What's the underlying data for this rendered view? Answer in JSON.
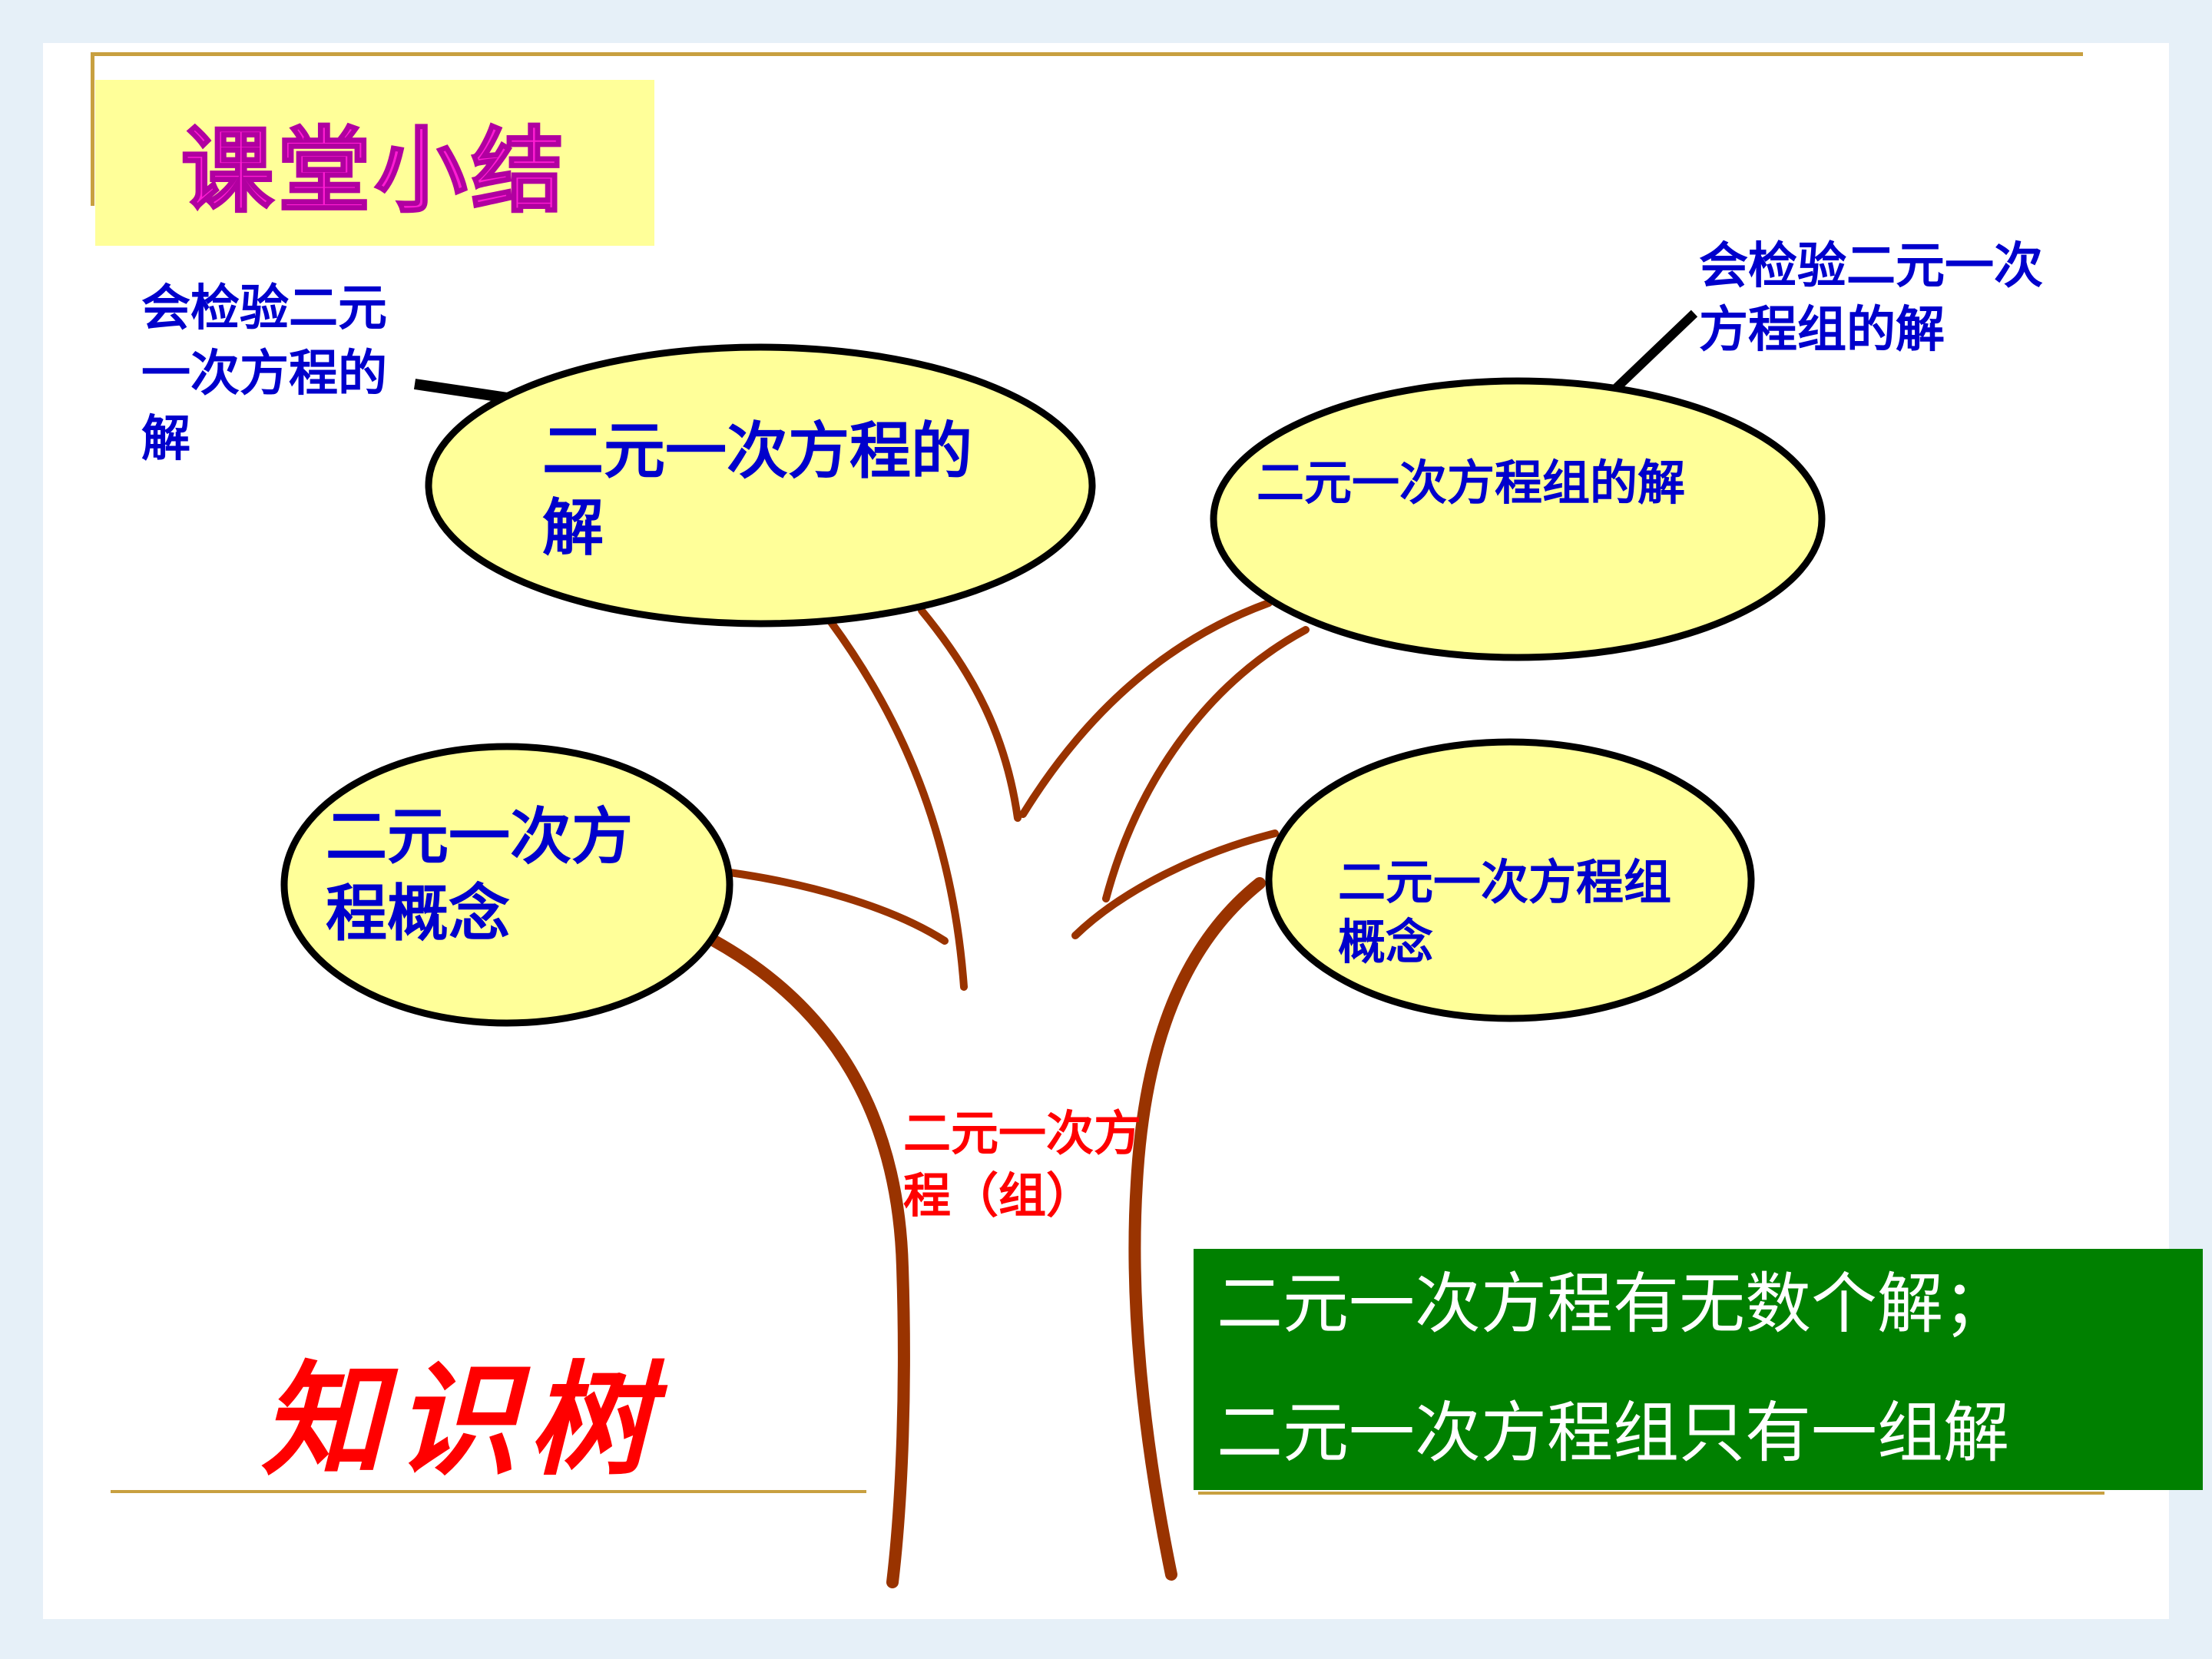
{
  "title": "课堂小结",
  "ovals": {
    "solution_single": "二元一次方程的解",
    "solution_system": "二元一次方程组的解",
    "concept_single": "二元一次方程概念",
    "concept_system": "二元一次方程组概念"
  },
  "notes": {
    "check_single": "会检验二元一次方程的解",
    "check_system": "会检验二元一次方程组的解"
  },
  "trunk_label": "二元一次方程（组）",
  "tree_word": "知识树",
  "summary": {
    "line1": "二元一次方程有无数个解；",
    "line2": "二元一次方程组只有一组解"
  },
  "colors": {
    "title_bg": "#ffff99",
    "title_text": "#ff1cd4",
    "oval_fill": "#ffff99",
    "branch": "#993300",
    "note_text": "#0000cc",
    "trunk_text": "#ff0000",
    "summary_bg": "#008000",
    "rule": "#c8a040"
  }
}
